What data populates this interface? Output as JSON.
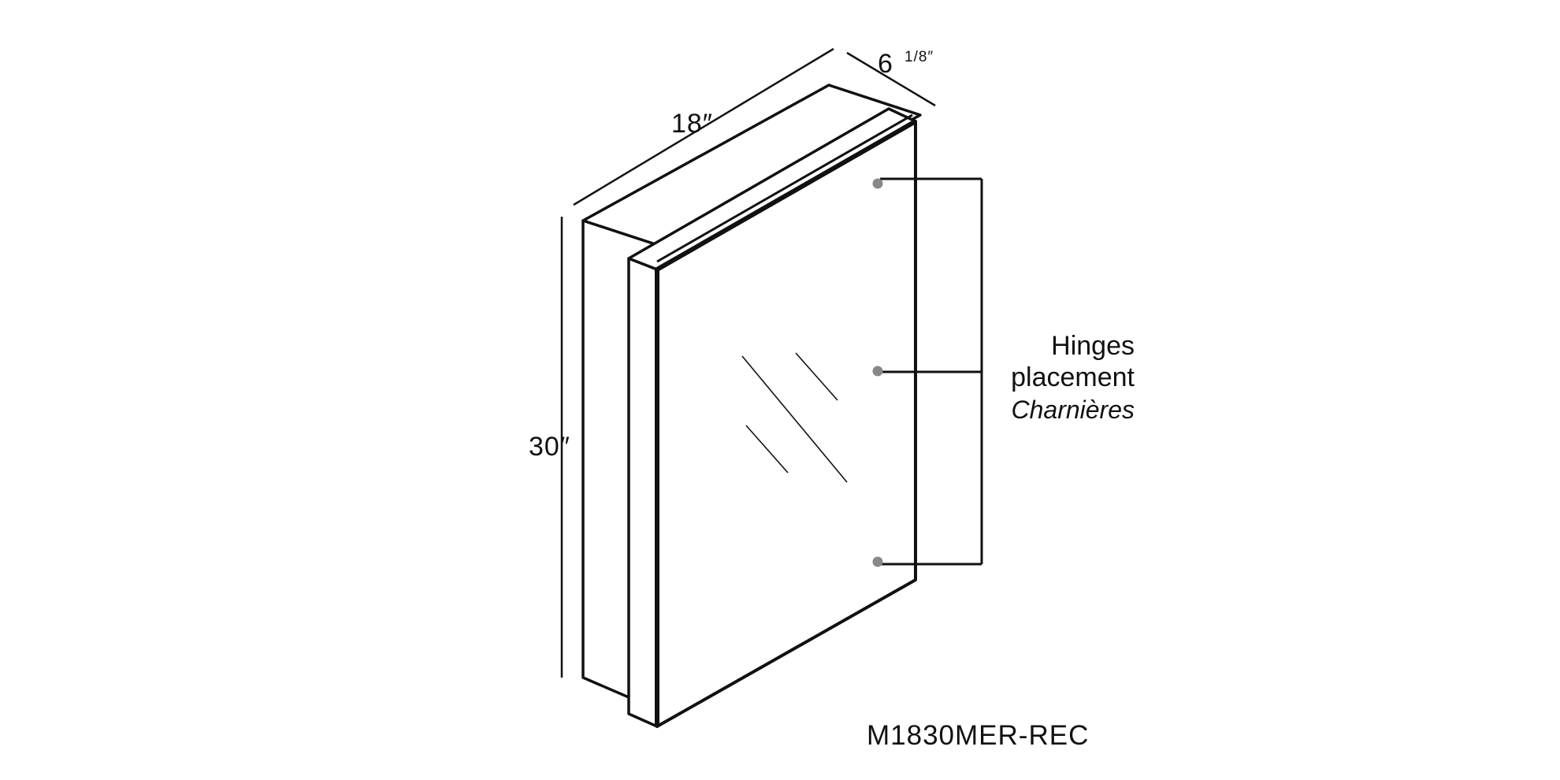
{
  "dimensions": {
    "width": "18″",
    "depth_whole": "6",
    "depth_fraction": "1/8″",
    "height": "30″"
  },
  "hinges": {
    "label_line1": "Hinges",
    "label_line2": "placement",
    "label_fr": "Charnières",
    "marker_color": "#888888",
    "count": 3
  },
  "model": "M1830MER-REC",
  "colors": {
    "stroke": "#111111",
    "background": "#ffffff"
  }
}
